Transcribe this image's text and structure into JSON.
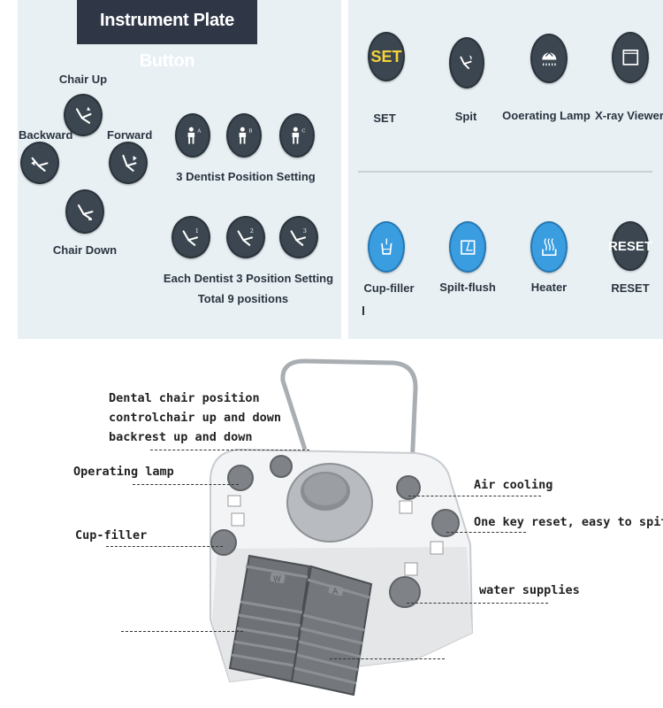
{
  "title": "Instrument Plate Button",
  "chair_controls": {
    "up": "Chair Up",
    "backward": "Backward",
    "forward": "Forward",
    "down": "Chair Down"
  },
  "dentist_position": {
    "buttons": [
      "A",
      "B",
      "C"
    ],
    "label": "3 Dentist Position Setting"
  },
  "each_position": {
    "buttons": [
      "1",
      "2",
      "3"
    ],
    "label_line1": "Each Dentist 3 Position Setting",
    "label_line2": "Total 9 positions"
  },
  "right_top": [
    {
      "label": "SET",
      "icon": "set-icon",
      "button_text": "SET"
    },
    {
      "label": "Spit",
      "icon": "spit-icon"
    },
    {
      "label": "Ooerating Lamp",
      "icon": "operating-lamp-icon"
    },
    {
      "label": "X-ray Viewer",
      "icon": "xray-viewer-icon"
    }
  ],
  "right_bottom": [
    {
      "label": "Cup-filler",
      "icon": "cup-filler-icon"
    },
    {
      "label": "Spilt-flush",
      "icon": "spit-flush-icon"
    },
    {
      "label": "Heater",
      "icon": "heater-icon"
    },
    {
      "label": "RESET",
      "icon": "reset-icon",
      "button_text": "RESET"
    }
  ],
  "annotations": {
    "chair_line1": "Dental chair position",
    "chair_line2": "controlchair up and down",
    "chair_line3": "backrest up and down",
    "operating_lamp": "Operating lamp",
    "cup_filler": "Cup-filler",
    "air_cooling": "Air cooling",
    "one_key_reset": "One key reset, easy to spit",
    "water_supplies": "water supplies"
  },
  "pedal_labels": {
    "left": "W",
    "right": "A"
  },
  "colors": {
    "panel": "#e8f0f4",
    "dark_button": "#3b4650",
    "blue_button": "#3a9de0",
    "title_bg": "#2f3747",
    "set_yellow": "#f5d33a"
  }
}
